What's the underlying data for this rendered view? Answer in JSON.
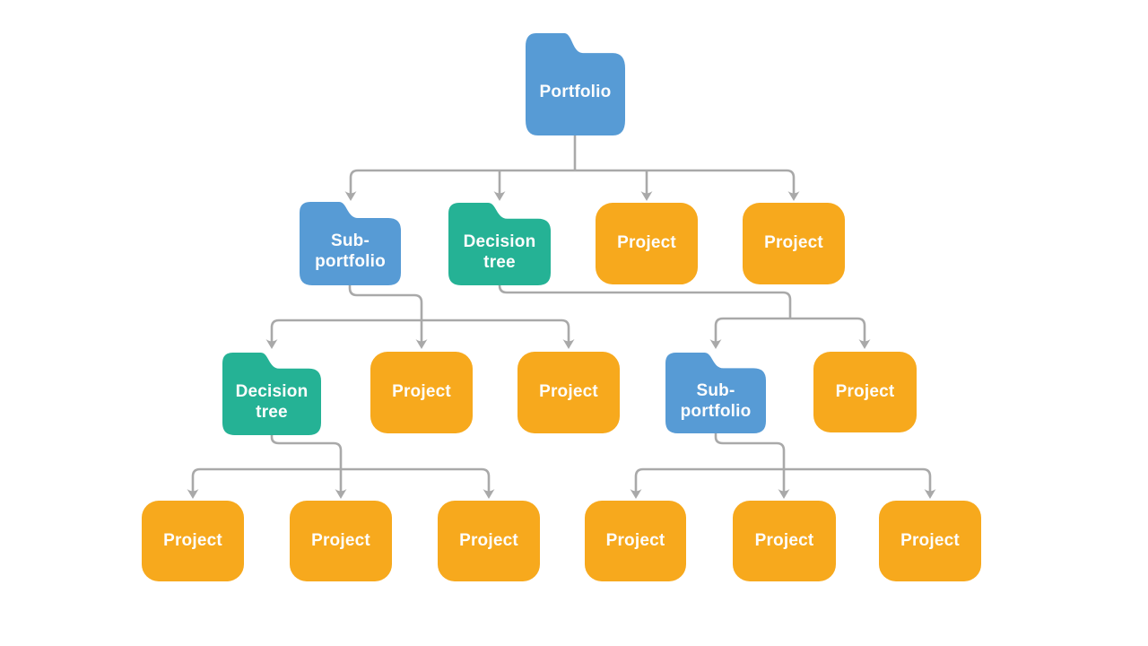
{
  "colors": {
    "background": "#FFFFFF",
    "portfolio_blue": "#579BD5",
    "decision_green": "#25B295",
    "project_orange": "#F7A91D",
    "connector_gray": "#A9A9A9",
    "label_text": "#FDFDFD"
  },
  "nodes": [
    {
      "id": "portfolio",
      "label": "Portfolio",
      "type": "portfolio-folder",
      "level": 1
    },
    {
      "id": "sub-portfolio-a",
      "label": "Sub-portfolio",
      "type": "sub-portfolio-folder",
      "level": 2
    },
    {
      "id": "decision-tree-a",
      "label": "Decision tree",
      "type": "decision-tree-folder",
      "level": 2
    },
    {
      "id": "project-a1",
      "label": "Project",
      "type": "project",
      "level": 2
    },
    {
      "id": "project-a2",
      "label": "Project",
      "type": "project",
      "level": 2
    },
    {
      "id": "decision-tree-b",
      "label": "Decision tree",
      "type": "decision-tree-folder",
      "level": 3
    },
    {
      "id": "project-b1",
      "label": "Project",
      "type": "project",
      "level": 3
    },
    {
      "id": "project-b2",
      "label": "Project",
      "type": "project",
      "level": 3
    },
    {
      "id": "sub-portfolio-b",
      "label": "Sub-portfolio",
      "type": "sub-portfolio-folder",
      "level": 3
    },
    {
      "id": "project-b3",
      "label": "Project",
      "type": "project",
      "level": 3
    },
    {
      "id": "project-c1",
      "label": "Project",
      "type": "project",
      "level": 4
    },
    {
      "id": "project-c2",
      "label": "Project",
      "type": "project",
      "level": 4
    },
    {
      "id": "project-c3",
      "label": "Project",
      "type": "project",
      "level": 4
    },
    {
      "id": "project-d1",
      "label": "Project",
      "type": "project",
      "level": 4
    },
    {
      "id": "project-d2",
      "label": "Project",
      "type": "project",
      "level": 4
    },
    {
      "id": "project-d3",
      "label": "Project",
      "type": "project",
      "level": 4
    }
  ],
  "edges": [
    {
      "from": "portfolio",
      "to": "sub-portfolio-a"
    },
    {
      "from": "portfolio",
      "to": "decision-tree-a"
    },
    {
      "from": "portfolio",
      "to": "project-a1"
    },
    {
      "from": "portfolio",
      "to": "project-a2"
    },
    {
      "from": "sub-portfolio-a",
      "to": "decision-tree-b"
    },
    {
      "from": "sub-portfolio-a",
      "to": "project-b1"
    },
    {
      "from": "sub-portfolio-a",
      "to": "project-b2"
    },
    {
      "from": "decision-tree-a",
      "to": "sub-portfolio-b"
    },
    {
      "from": "decision-tree-a",
      "to": "project-b3"
    },
    {
      "from": "decision-tree-b",
      "to": "project-c1"
    },
    {
      "from": "decision-tree-b",
      "to": "project-c2"
    },
    {
      "from": "decision-tree-b",
      "to": "project-c3"
    },
    {
      "from": "sub-portfolio-b",
      "to": "project-d1"
    },
    {
      "from": "sub-portfolio-b",
      "to": "project-d2"
    },
    {
      "from": "sub-portfolio-b",
      "to": "project-d3"
    }
  ]
}
